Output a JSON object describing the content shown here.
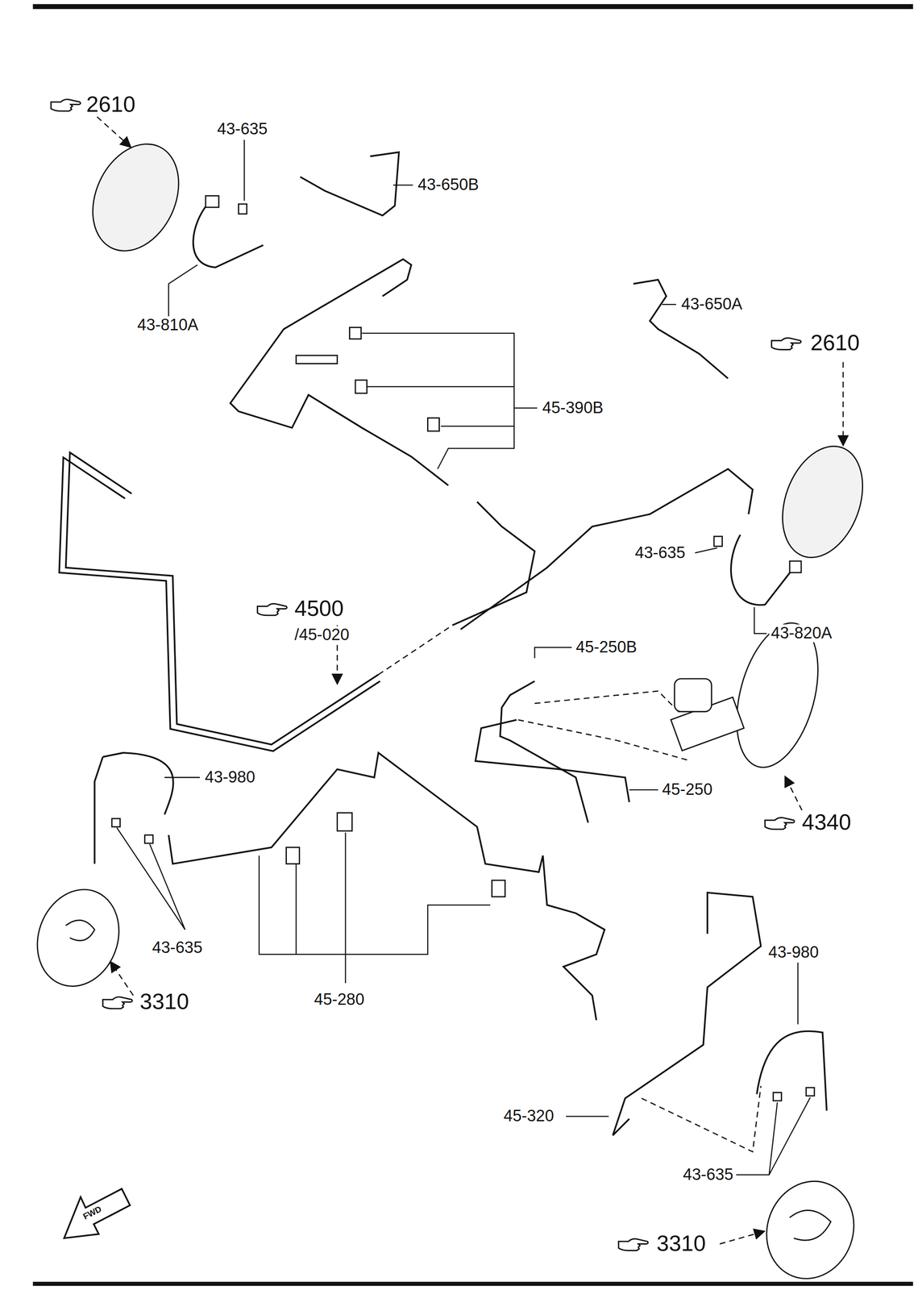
{
  "diagram": {
    "labels": [
      "2610",
      "43-635",
      "43-650B",
      "43-810A",
      "43-650A",
      "2610",
      "45-390B",
      "43-635",
      "4500",
      "/45-020",
      "43-820A",
      "45-250B",
      "43-980",
      "45-250",
      "4340",
      "43-635",
      "3310",
      "45-280",
      "43-980",
      "45-320",
      "43-635",
      "3310",
      "FWD"
    ]
  }
}
